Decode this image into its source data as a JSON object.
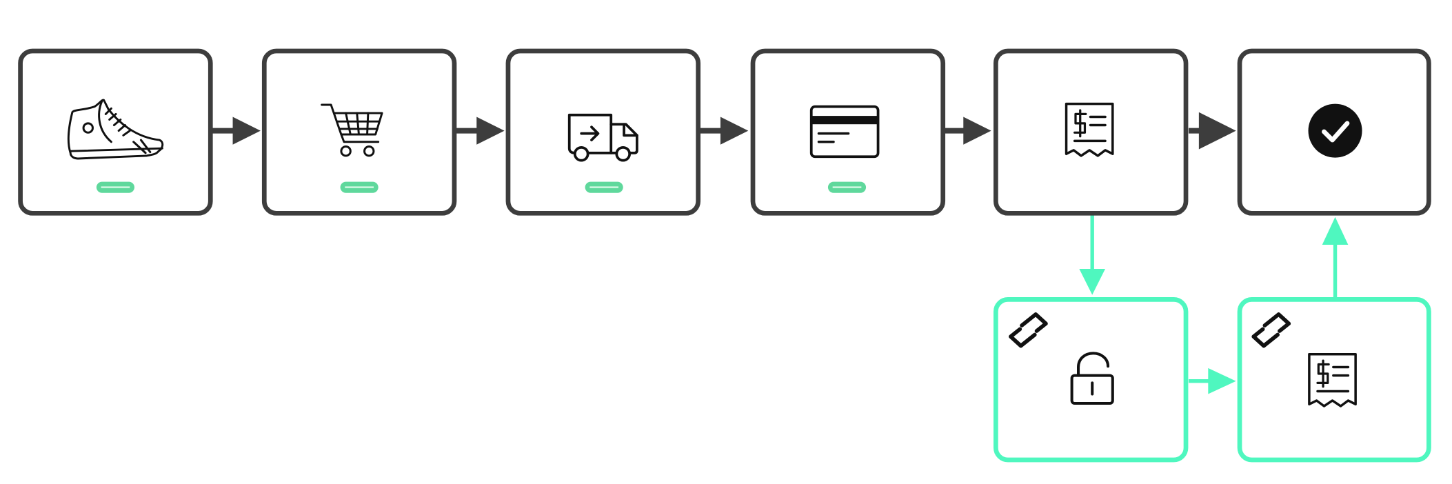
{
  "colors": {
    "main": "#3d3d3d",
    "accent": "#4ff7bf",
    "icon": "#111111",
    "badge": "#5fd89c",
    "background": "#ffffff"
  },
  "main_flow": [
    {
      "id": "product",
      "icon": "sneaker-icon",
      "status_badge": true
    },
    {
      "id": "cart",
      "icon": "shopping-cart-icon",
      "status_badge": true
    },
    {
      "id": "shipping",
      "icon": "delivery-truck-icon",
      "status_badge": true
    },
    {
      "id": "payment",
      "icon": "credit-card-icon",
      "status_badge": true
    },
    {
      "id": "invoice",
      "icon": "receipt-icon",
      "status_badge": false
    },
    {
      "id": "confirmed",
      "icon": "checkmark-circle-icon",
      "status_badge": false
    }
  ],
  "alternate_flow": [
    {
      "id": "unlock",
      "icon": "unlocked-padlock-icon",
      "corner_icon": "exchange-arrows-icon"
    },
    {
      "id": "alt-invoice",
      "icon": "receipt-icon",
      "corner_icon": "exchange-arrows-icon"
    }
  ],
  "connections": [
    {
      "from": "product",
      "to": "cart",
      "style": "main"
    },
    {
      "from": "cart",
      "to": "shipping",
      "style": "main"
    },
    {
      "from": "shipping",
      "to": "payment",
      "style": "main"
    },
    {
      "from": "payment",
      "to": "invoice",
      "style": "main"
    },
    {
      "from": "invoice",
      "to": "confirmed",
      "style": "main"
    },
    {
      "from": "invoice",
      "to": "unlock",
      "style": "accent"
    },
    {
      "from": "unlock",
      "to": "alt-invoice",
      "style": "accent"
    },
    {
      "from": "alt-invoice",
      "to": "confirmed",
      "style": "accent"
    }
  ]
}
